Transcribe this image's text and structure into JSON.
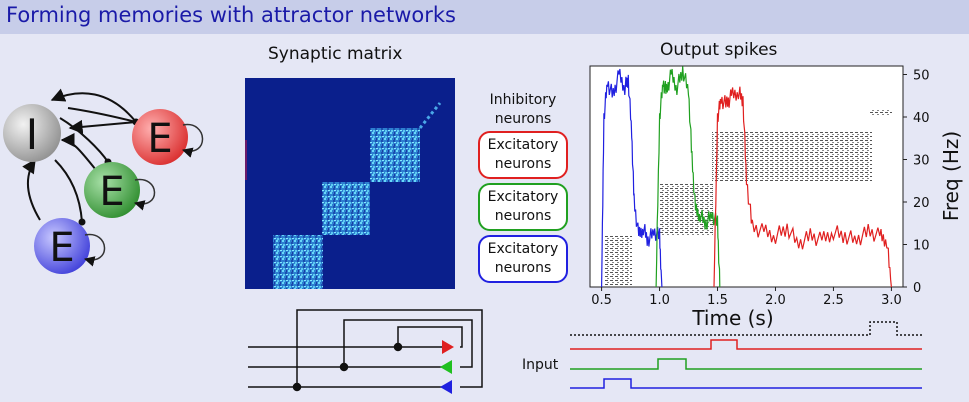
{
  "title": "Forming memories with attractor networks",
  "network": {
    "inhibitory_label": "I",
    "excitatory_label": "E",
    "colors": {
      "inhibitory": "#b3b3b3",
      "e_red": "#e34a4a",
      "e_green": "#3d9a3d",
      "e_blue": "#5050e0"
    }
  },
  "matrix": {
    "heading": "Synaptic matrix"
  },
  "legend": {
    "inhibitory": "Inhibitory neurons",
    "excitatory": "Excitatory neurons",
    "colors": [
      "#e02020",
      "#20a020",
      "#2020e0"
    ]
  },
  "output": {
    "heading": "Output spikes",
    "xlabel": "Time (s)",
    "ylabel": "Freq (Hz)"
  },
  "input": {
    "label": "Input"
  },
  "chart_data": {
    "type": "line",
    "xlabel": "Time (s)",
    "ylabel": "Freq (Hz)",
    "xlim": [
      0.4,
      3.1
    ],
    "ylim": [
      0,
      52
    ],
    "xticks": [
      0.5,
      1.0,
      1.5,
      2.0,
      2.5,
      3.0
    ],
    "yticks": [
      0,
      10,
      20,
      30,
      40,
      50
    ],
    "series": [
      {
        "color": "#2020e0",
        "x": [
          0.5,
          0.52,
          0.55,
          0.6,
          0.65,
          0.7,
          0.73,
          0.76,
          0.78,
          0.82,
          0.86,
          0.9,
          0.95,
          1.0,
          1.02
        ],
        "y": [
          0,
          40,
          48,
          45,
          50,
          47,
          49,
          36,
          20,
          12,
          14,
          11,
          13,
          12,
          0
        ]
      },
      {
        "color": "#20a020",
        "x": [
          0.97,
          1.0,
          1.03,
          1.06,
          1.1,
          1.15,
          1.2,
          1.25,
          1.28,
          1.31,
          1.35,
          1.4,
          1.45,
          1.5,
          1.52
        ],
        "y": [
          0,
          40,
          48,
          46,
          50,
          47,
          51,
          46,
          30,
          18,
          17,
          15,
          17,
          15,
          0
        ]
      },
      {
        "color": "#e02020",
        "x": [
          1.47,
          1.5,
          1.53,
          1.58,
          1.62,
          1.68,
          1.72,
          1.75,
          1.8,
          1.9,
          2.0,
          2.1,
          2.2,
          2.3,
          2.4,
          2.5,
          2.6,
          2.7,
          2.8,
          2.9,
          2.96,
          3.0
        ],
        "y": [
          0,
          40,
          44,
          43,
          45,
          46,
          44,
          25,
          14,
          13,
          12,
          14,
          10,
          12,
          11,
          13,
          12,
          11,
          13,
          12,
          11,
          0
        ]
      }
    ]
  }
}
